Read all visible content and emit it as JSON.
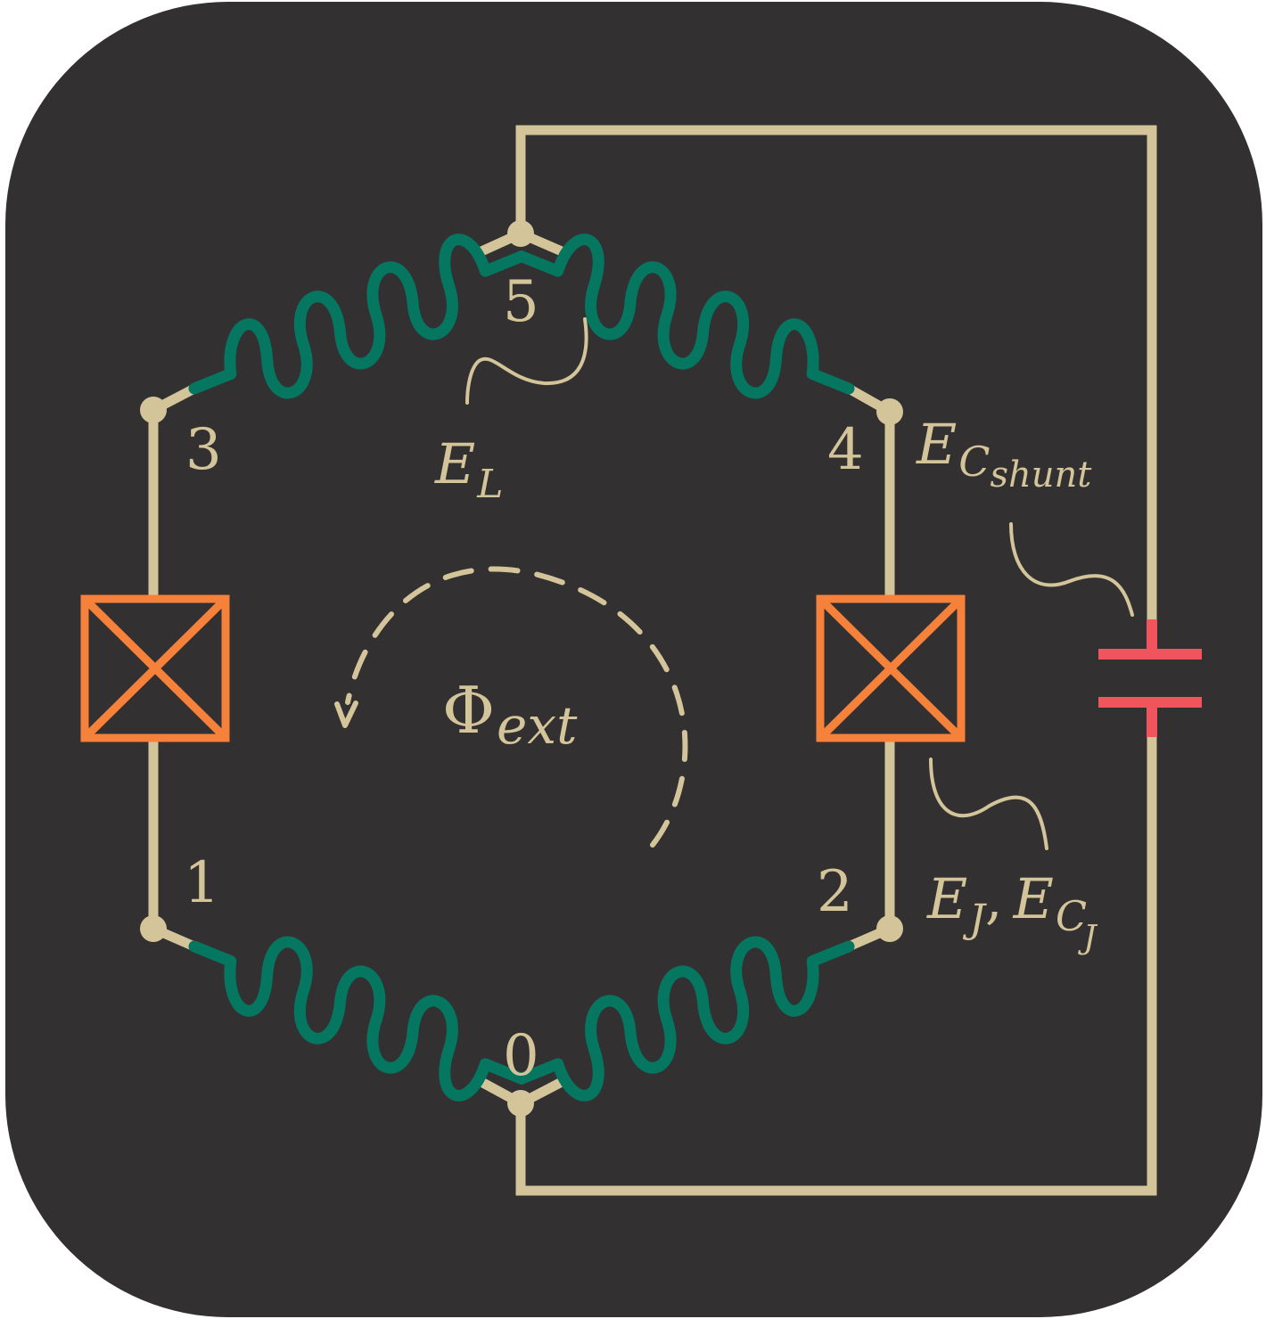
{
  "diagram": {
    "nodes": [
      "0",
      "1",
      "2",
      "3",
      "4",
      "5"
    ],
    "labels": {
      "inductor_main": "E",
      "inductor_sub": "L",
      "flux_main": "Φ",
      "flux_sub": "ext",
      "shunt_main": "E",
      "shunt_sub": "C",
      "shunt_subsub": "shunt",
      "junction_main_1": "E",
      "junction_sub_1": "J",
      "junction_sep": ",",
      "junction_main_2": "E",
      "junction_sub_2": "C",
      "junction_subsub_2": "J"
    },
    "colors": {
      "background": "#323031",
      "wire": "#d4c49a",
      "inductor": "#05765f",
      "junction": "#f5813a",
      "capacitor": "#f0545c"
    }
  }
}
